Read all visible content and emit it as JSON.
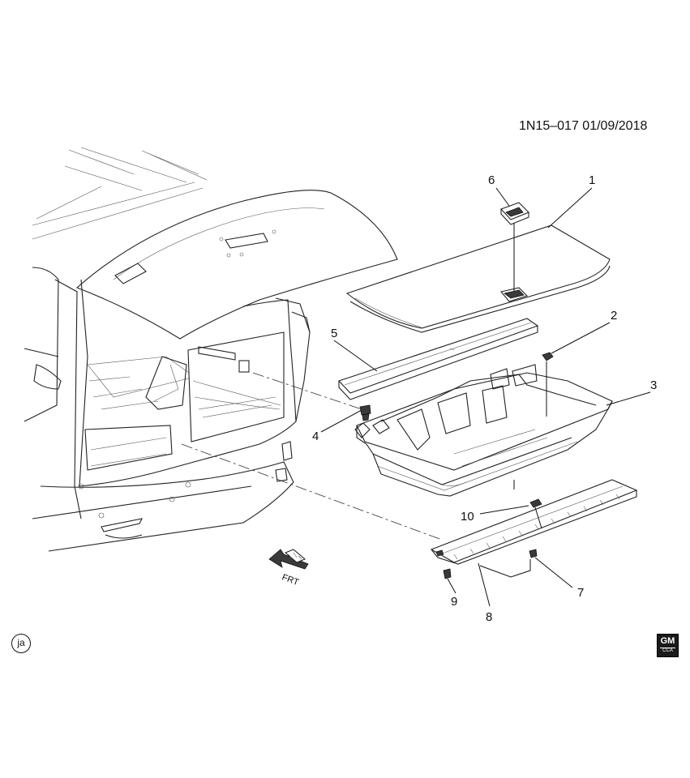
{
  "reference": "1N15–017  01/09/2018",
  "direction_arrow_label": "FRT",
  "view_badge": "ja",
  "logo": {
    "line1": "GM",
    "line2": "CCA"
  },
  "callouts": [
    {
      "id": "1",
      "label": "1"
    },
    {
      "id": "2",
      "label": "2"
    },
    {
      "id": "3",
      "label": "3"
    },
    {
      "id": "4",
      "label": "4"
    },
    {
      "id": "5",
      "label": "5"
    },
    {
      "id": "6",
      "label": "6"
    },
    {
      "id": "7",
      "label": "7"
    },
    {
      "id": "8",
      "label": "8"
    },
    {
      "id": "9",
      "label": "9"
    },
    {
      "id": "10",
      "label": "10"
    }
  ]
}
